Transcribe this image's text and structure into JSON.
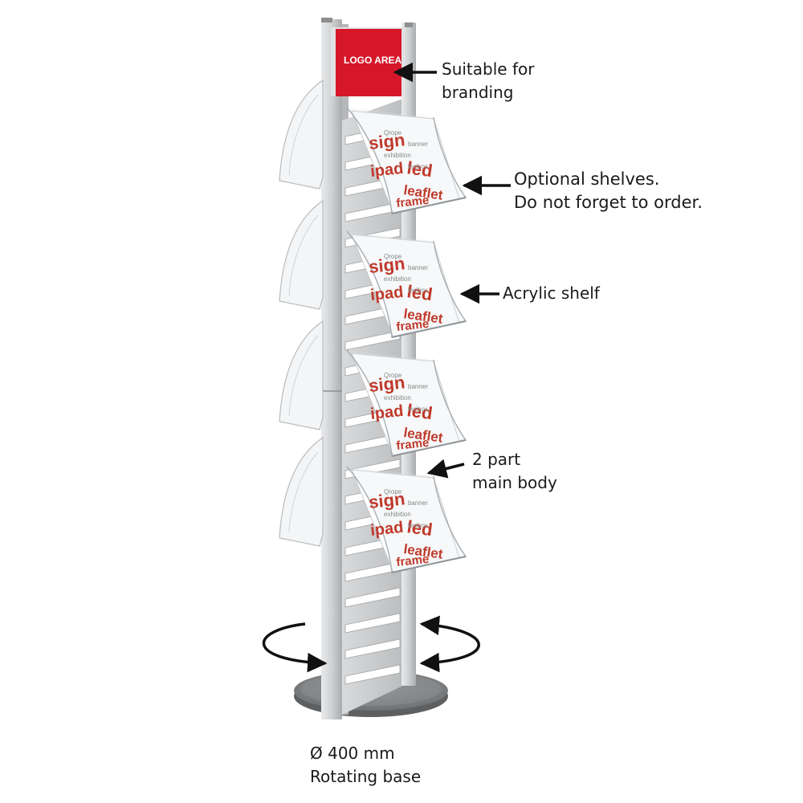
{
  "logo_area_text": "LOGO AREA",
  "shelf_print_words": [
    "sign",
    "led",
    "ipad",
    "leaflet",
    "frame",
    "Qrope",
    "banner",
    "exhibition",
    "lexibox"
  ],
  "callouts": {
    "branding": [
      "Suitable for",
      "branding"
    ],
    "optional_shelves": [
      "Optional shelves.",
      "Do not forget to order."
    ],
    "acrylic_shelf": "Acrylic shelf",
    "main_body": [
      "2 part",
      "main body"
    ],
    "base": [
      "Ø 400 mm",
      "Rotating base"
    ]
  },
  "colors": {
    "logo_red": "#d6172a",
    "pole_silver": "#c9cbcd",
    "print_red": "#c0392b",
    "arrow": "#111111"
  }
}
